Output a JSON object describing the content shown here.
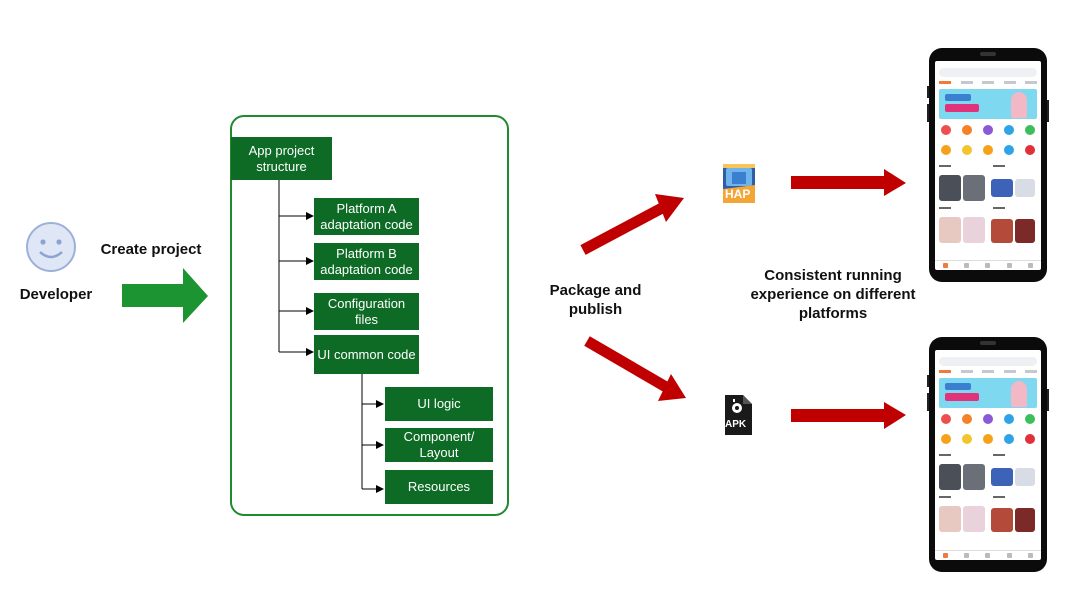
{
  "developer": {
    "label": "Developer"
  },
  "create_project": {
    "label": "Create project"
  },
  "project": {
    "root": "App project structure",
    "platform_a": "Platform A adaptation code",
    "platform_b": "Platform B adaptation code",
    "config": "Configuration files",
    "ui_common": "UI common code",
    "ui_logic": "UI logic",
    "component_layout": "Component/ Layout",
    "resources": "Resources"
  },
  "package": {
    "label": "Package and publish"
  },
  "consistent": {
    "label": "Consistent running experience on different platforms"
  },
  "hap_icon": {
    "text": "HAP"
  },
  "apk_icon": {
    "text": "APK"
  },
  "colors": {
    "green": "#0d6b25",
    "arrow_green": "#1b9431",
    "red": "#c00000",
    "frame_green": "#1f8a2e"
  }
}
